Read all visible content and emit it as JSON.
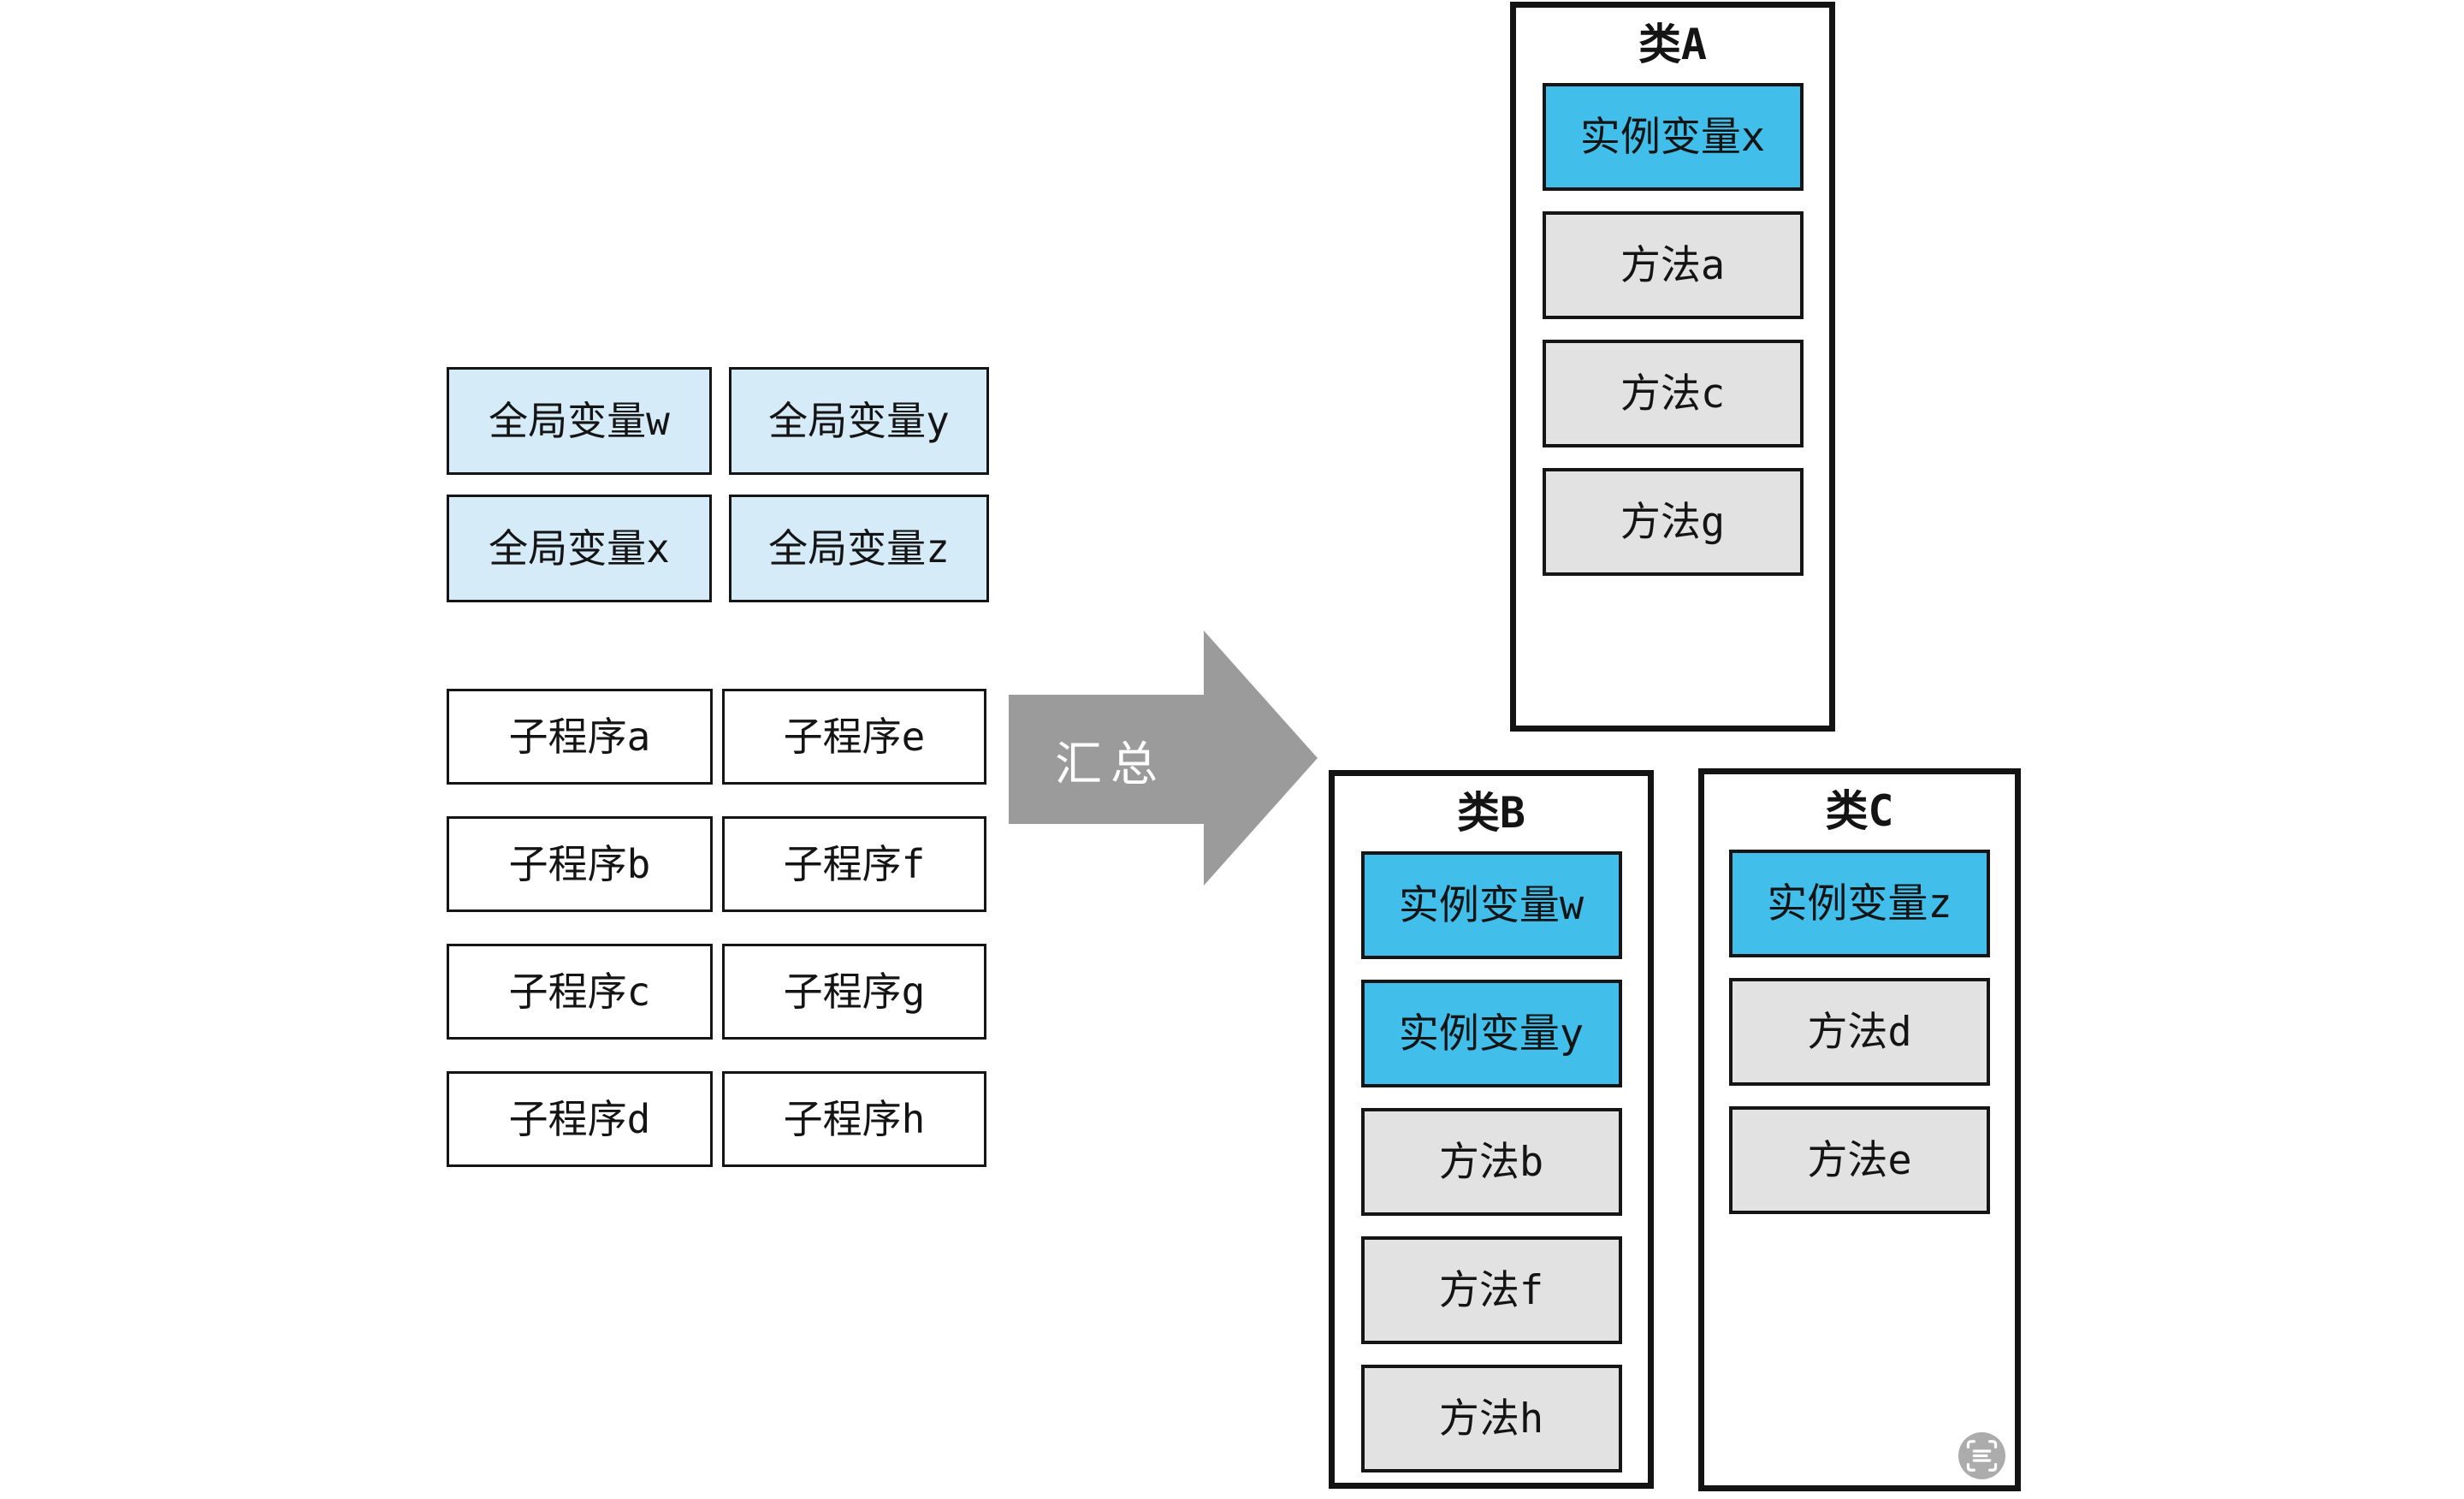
{
  "colors": {
    "global_var_bg": "#D6EBF8",
    "instance_var_bg": "#41BEE9",
    "method_bg": "#E2E2E2",
    "arrow_gray": "#9B9B9B",
    "watermark_gray": "#ACACAC"
  },
  "left": {
    "global_variables": [
      "全局变量w",
      "全局变量y",
      "全局变量x",
      "全局变量z"
    ],
    "subroutines": [
      "子程序a",
      "子程序e",
      "子程序b",
      "子程序f",
      "子程序c",
      "子程序g",
      "子程序d",
      "子程序h"
    ]
  },
  "arrow": {
    "label": "汇总"
  },
  "classes": [
    {
      "title": "类A",
      "instance_variables": [
        "实例变量x"
      ],
      "methods": [
        "方法a",
        "方法c",
        "方法g"
      ]
    },
    {
      "title": "类B",
      "instance_variables": [
        "实例变量w",
        "实例变量y"
      ],
      "methods": [
        "方法b",
        "方法f",
        "方法h"
      ]
    },
    {
      "title": "类C",
      "instance_variables": [
        "实例变量z"
      ],
      "methods": [
        "方法d",
        "方法e"
      ]
    }
  ]
}
